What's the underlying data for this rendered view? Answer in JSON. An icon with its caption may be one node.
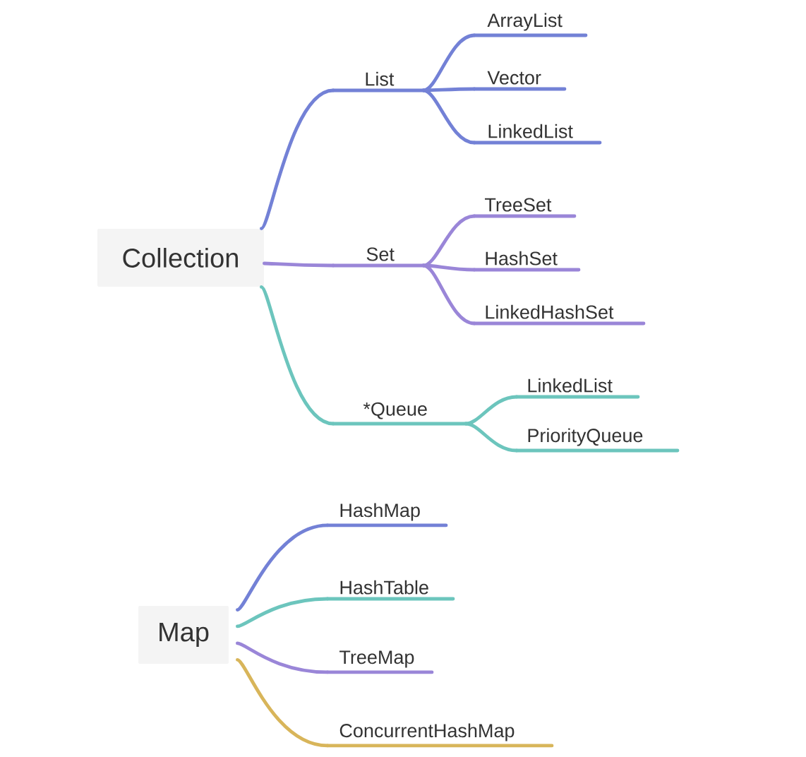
{
  "diagram": {
    "nodes": [
      {
        "text": [
          "Collection"
        ]
      },
      {
        "text": [
          "List"
        ]
      },
      {
        "text": [
          "Set"
        ]
      },
      {
        "text": [
          "*Queue"
        ]
      },
      {
        "text": [
          "ArrayList"
        ]
      },
      {
        "text": [
          "Vector"
        ]
      },
      {
        "text": [
          "LinkedList"
        ]
      },
      {
        "text": [
          "TreeSet"
        ]
      },
      {
        "text": [
          "HashSet"
        ]
      },
      {
        "text": [
          "LinkedHashSet"
        ]
      },
      {
        "text": [
          "LinkedList"
        ]
      },
      {
        "text": [
          "PriorityQueue"
        ]
      },
      {
        "text": [
          "Map"
        ]
      },
      {
        "text": [
          "HashMap"
        ]
      },
      {
        "text": [
          "HashTable"
        ]
      },
      {
        "text": [
          "TreeMap"
        ]
      },
      {
        "text": [
          "ConcurrentHashMap"
        ]
      }
    ],
    "edges": [
      {
        "from": 0,
        "to": 1,
        "arrow": "none",
        "color": "#7381d6"
      },
      {
        "from": 0,
        "to": 2,
        "arrow": "none",
        "color": "#9a86d8"
      },
      {
        "from": 0,
        "to": 3,
        "arrow": "none",
        "color": "#6cc5bd"
      },
      {
        "from": 1,
        "to": 4,
        "arrow": "none",
        "color": "#7381d6"
      },
      {
        "from": 1,
        "to": 5,
        "arrow": "none",
        "color": "#7381d6"
      },
      {
        "from": 1,
        "to": 6,
        "arrow": "none",
        "color": "#7381d6"
      },
      {
        "from": 2,
        "to": 7,
        "arrow": "none",
        "color": "#9a86d8"
      },
      {
        "from": 2,
        "to": 8,
        "arrow": "none",
        "color": "#9a86d8"
      },
      {
        "from": 2,
        "to": 9,
        "arrow": "none",
        "color": "#9a86d8"
      },
      {
        "from": 3,
        "to": 10,
        "arrow": "none",
        "color": "#6cc5bd"
      },
      {
        "from": 3,
        "to": 11,
        "arrow": "none",
        "color": "#6cc5bd"
      },
      {
        "from": 12,
        "to": 13,
        "arrow": "none",
        "color": "#7381d6"
      },
      {
        "from": 12,
        "to": 14,
        "arrow": "none",
        "color": "#6cc5bd"
      },
      {
        "from": 12,
        "to": 15,
        "arrow": "none",
        "color": "#9a86d8"
      },
      {
        "from": 12,
        "to": 16,
        "arrow": "none",
        "color": "#d8b55a"
      }
    ]
  }
}
